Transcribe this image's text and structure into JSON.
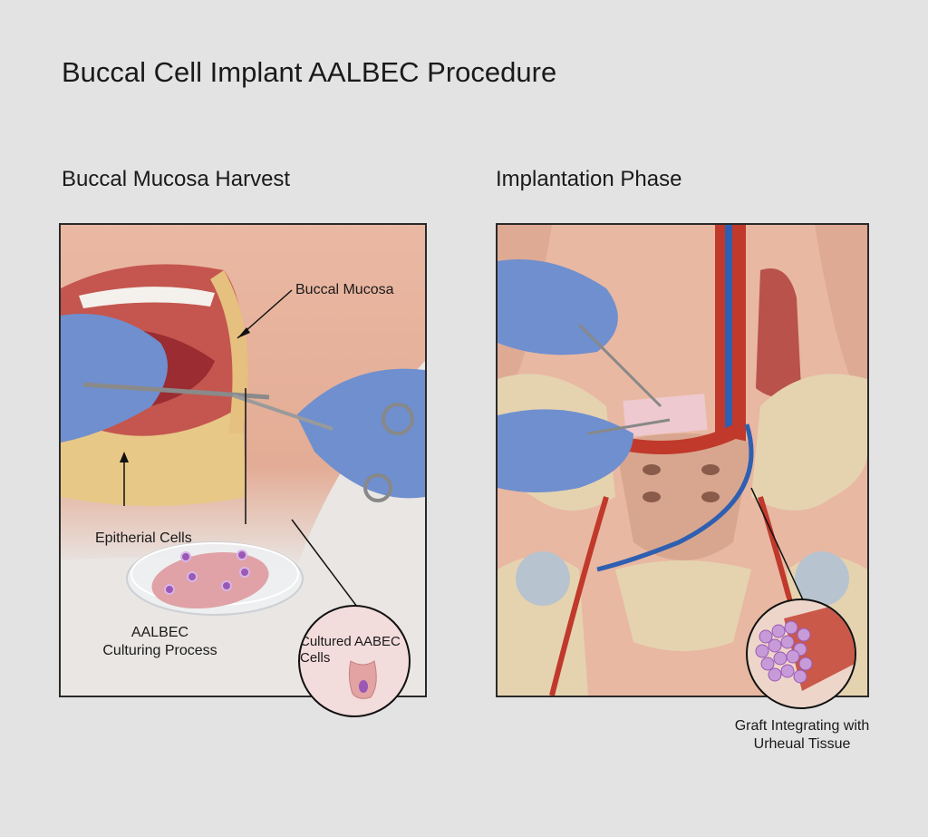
{
  "title": "Buccal Cell Implant AALBEC Procedure",
  "left_panel": {
    "heading": "Buccal Mucosa Harvest",
    "labels": {
      "buccal_mucosa": "Buccal Mucosa",
      "epithelial_cells": "Epitherial Cells",
      "culturing_line1": "AALBEC",
      "culturing_line2": "Culturing Process",
      "inset_line1": "Cultured AABEC",
      "inset_line2": "Cells"
    }
  },
  "right_panel": {
    "heading": "Implantation Phase",
    "labels": {
      "graft_line1": "Graft Integrating with",
      "graft_line2": "Urheual Tissue"
    }
  },
  "colors": {
    "background": "#e3e3e3",
    "glove": "#6f8fcf",
    "skin": "#e9b9a4",
    "tissue": "#e7c37f",
    "vessel_red": "#c0392b",
    "vessel_blue": "#2f5fb0",
    "cells": "#9b59b6"
  }
}
